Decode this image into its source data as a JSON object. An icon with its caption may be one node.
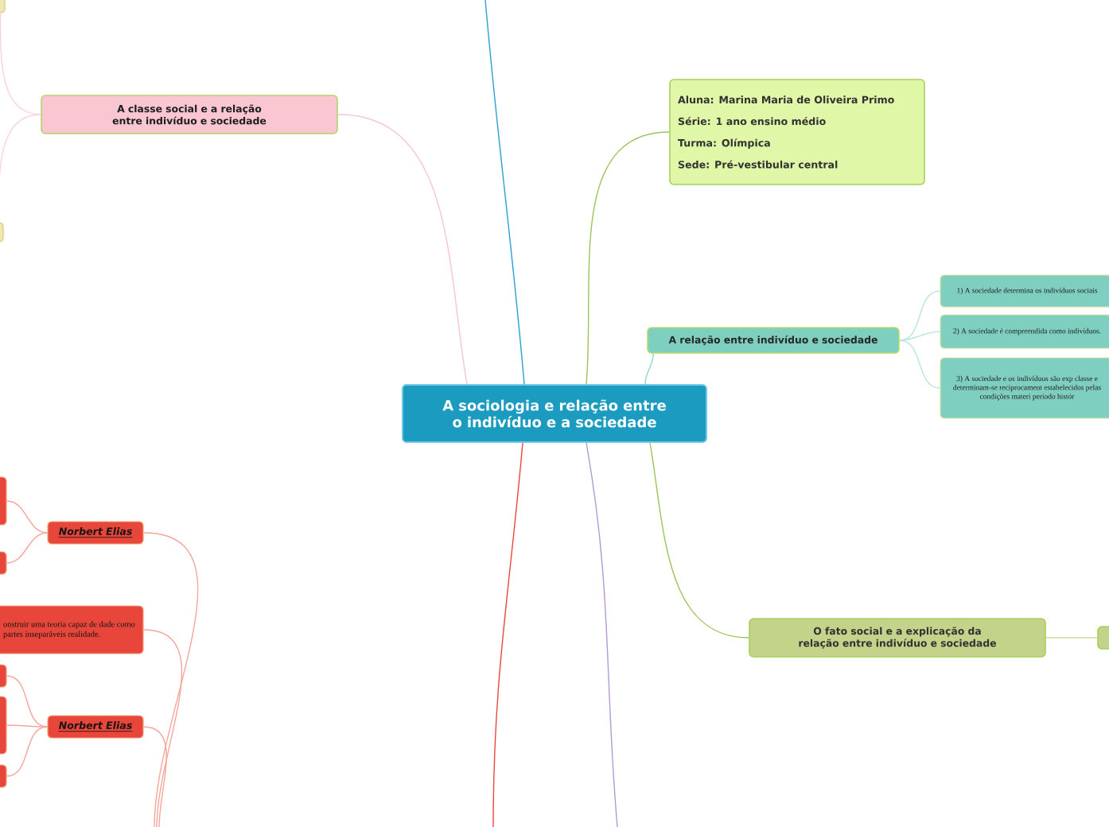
{
  "diagram": {
    "nodes": [
      {
        "text": [
          "A sociologia e relação entre o indivíduo e a sociedade"
        ]
      },
      {
        "text": [
          "A classe social e a relação entre indivíduo e sociedade"
        ]
      },
      {
        "text": [],
        "shape": "box"
      },
      {
        "text": [],
        "shape": "box"
      },
      {
        "text": [
          "Aluna: Marina Maria de Oliveira Primo",
          "Série: 1 ano ensino médio",
          "Turma: Olímpica",
          "Sede: Pré-vestibular  central"
        ]
      },
      {
        "text": [
          "A relação entre indivíduo e sociedade"
        ]
      },
      {
        "text": [
          "1) A sociedade determina os indivíduos sociais"
        ]
      },
      {
        "text": [
          "2) A sociedade é compreendida como indivíduos."
        ]
      },
      {
        "text": [
          "3) A sociedade e os indivíduos são exp classe e determinam-se reciprocament estabelecidos pelas condições materi período histór"
        ]
      },
      {
        "text": [
          "O fato social e a explicação da relação entre indivíduo e sociedade"
        ]
      },
      {
        "text": [],
        "shape": "box"
      },
      {
        "text": [
          "Norbert Elias"
        ]
      },
      {
        "text": [],
        "shape": "box"
      },
      {
        "text": [],
        "shape": "box"
      },
      {
        "text": [
          "onstruir uma teoria capaz de dade como partes inseparáveis realidade."
        ]
      },
      {
        "text": [
          "Norbert Elias"
        ]
      },
      {
        "text": [],
        "shape": "box"
      },
      {
        "text": [],
        "shape": "box"
      },
      {
        "text": [],
        "shape": "box"
      }
    ],
    "edges": [
      {
        "from": 0,
        "to": 1,
        "arrow": "none",
        "color": "#f7c6d0"
      },
      {
        "from": 1,
        "to": 2,
        "arrow": "none",
        "color": "#f9d3dc"
      },
      {
        "from": 1,
        "to": 3,
        "arrow": "none",
        "color": "#f9d3dc"
      },
      {
        "from": 0,
        "to": null,
        "arrow": "none",
        "color": "#2a9fd6"
      },
      {
        "from": 0,
        "to": 4,
        "arrow": "none",
        "color": "#9cc45a"
      },
      {
        "from": 0,
        "to": 5,
        "arrow": "none",
        "color": "#8fd9cc"
      },
      {
        "from": 5,
        "to": 6,
        "arrow": "none",
        "color": "#b8e6dd"
      },
      {
        "from": 5,
        "to": 7,
        "arrow": "none",
        "color": "#b8e6dd"
      },
      {
        "from": 5,
        "to": 8,
        "arrow": "none",
        "color": "#b8e6dd"
      },
      {
        "from": 0,
        "to": 9,
        "arrow": "none",
        "color": "#9cc45a"
      },
      {
        "from": 9,
        "to": 10,
        "arrow": "none",
        "color": "#c9dd9a"
      },
      {
        "from": 0,
        "to": null,
        "arrow": "none",
        "color": "#e8463a"
      },
      {
        "from": 0,
        "to": null,
        "arrow": "none",
        "color": "#b399d4"
      },
      {
        "from": null,
        "to": 11,
        "arrow": "none",
        "color": "#f5a59a"
      },
      {
        "from": null,
        "to": 14,
        "arrow": "none",
        "color": "#f5a59a"
      },
      {
        "from": null,
        "to": 15,
        "arrow": "none",
        "color": "#f5a59a"
      },
      {
        "from": 11,
        "to": 12,
        "arrow": "none",
        "color": "#f5a59a"
      },
      {
        "from": 11,
        "to": 13,
        "arrow": "none",
        "color": "#f5a59a"
      },
      {
        "from": 15,
        "to": 16,
        "arrow": "none",
        "color": "#f5a59a"
      },
      {
        "from": 15,
        "to": 17,
        "arrow": "none",
        "color": "#f5a59a"
      },
      {
        "from": 15,
        "to": 18,
        "arrow": "none",
        "color": "#f5a59a"
      }
    ]
  }
}
